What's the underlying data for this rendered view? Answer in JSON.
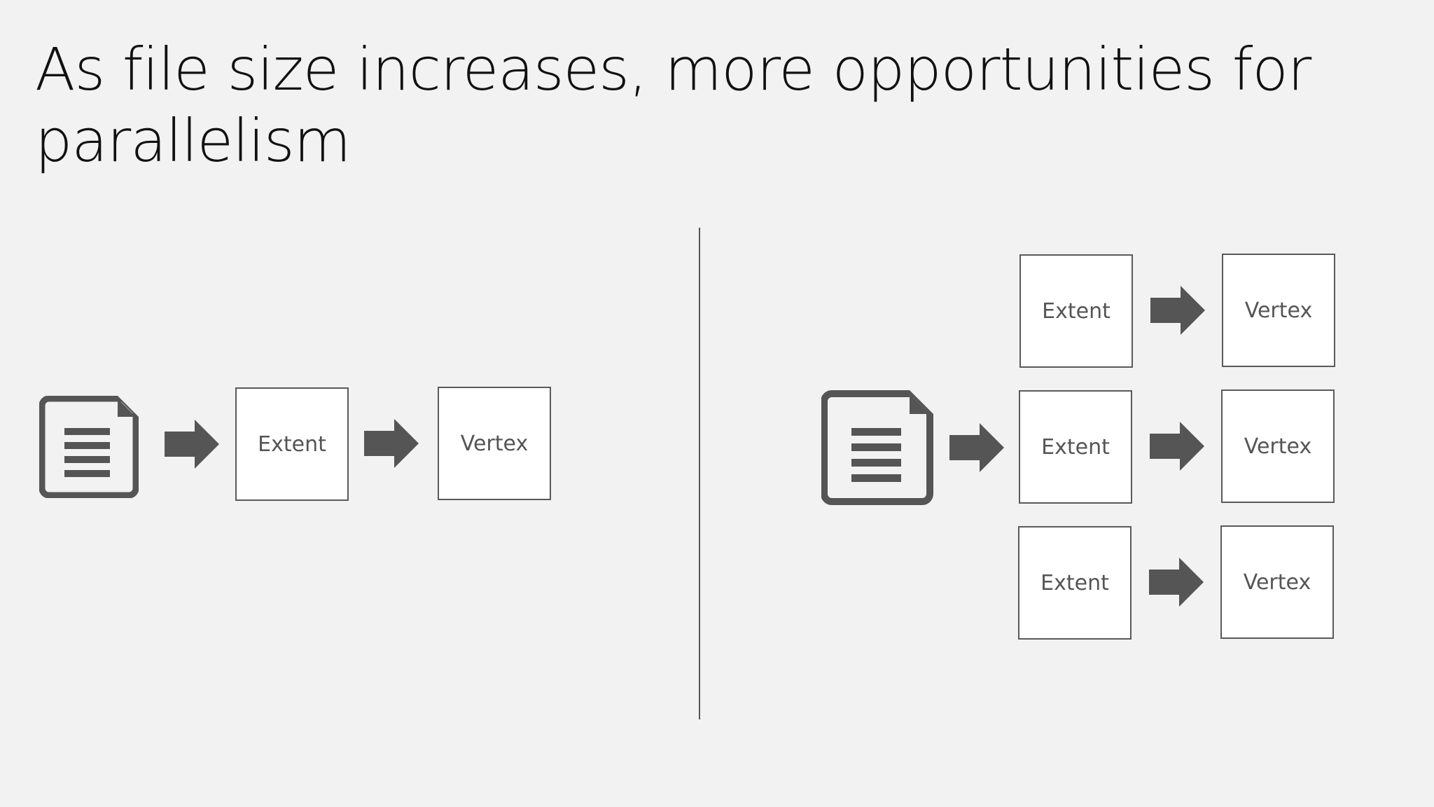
{
  "slide": {
    "title": "As file size increases, more opportunities for parallelism"
  },
  "diagram": {
    "left": {
      "extent_label": "Extent",
      "vertex_label": "Vertex"
    },
    "right": {
      "rows": [
        {
          "extent_label": "Extent",
          "vertex_label": "Vertex"
        },
        {
          "extent_label": "Extent",
          "vertex_label": "Vertex"
        },
        {
          "extent_label": "Extent",
          "vertex_label": "Vertex"
        }
      ]
    },
    "icons": {
      "file": "document-icon",
      "arrow": "right-arrow-icon"
    },
    "colors": {
      "background": "#f2f2f2",
      "icon": "#555555",
      "box_border": "#5a5a5a",
      "box_fill": "#ffffff"
    }
  }
}
